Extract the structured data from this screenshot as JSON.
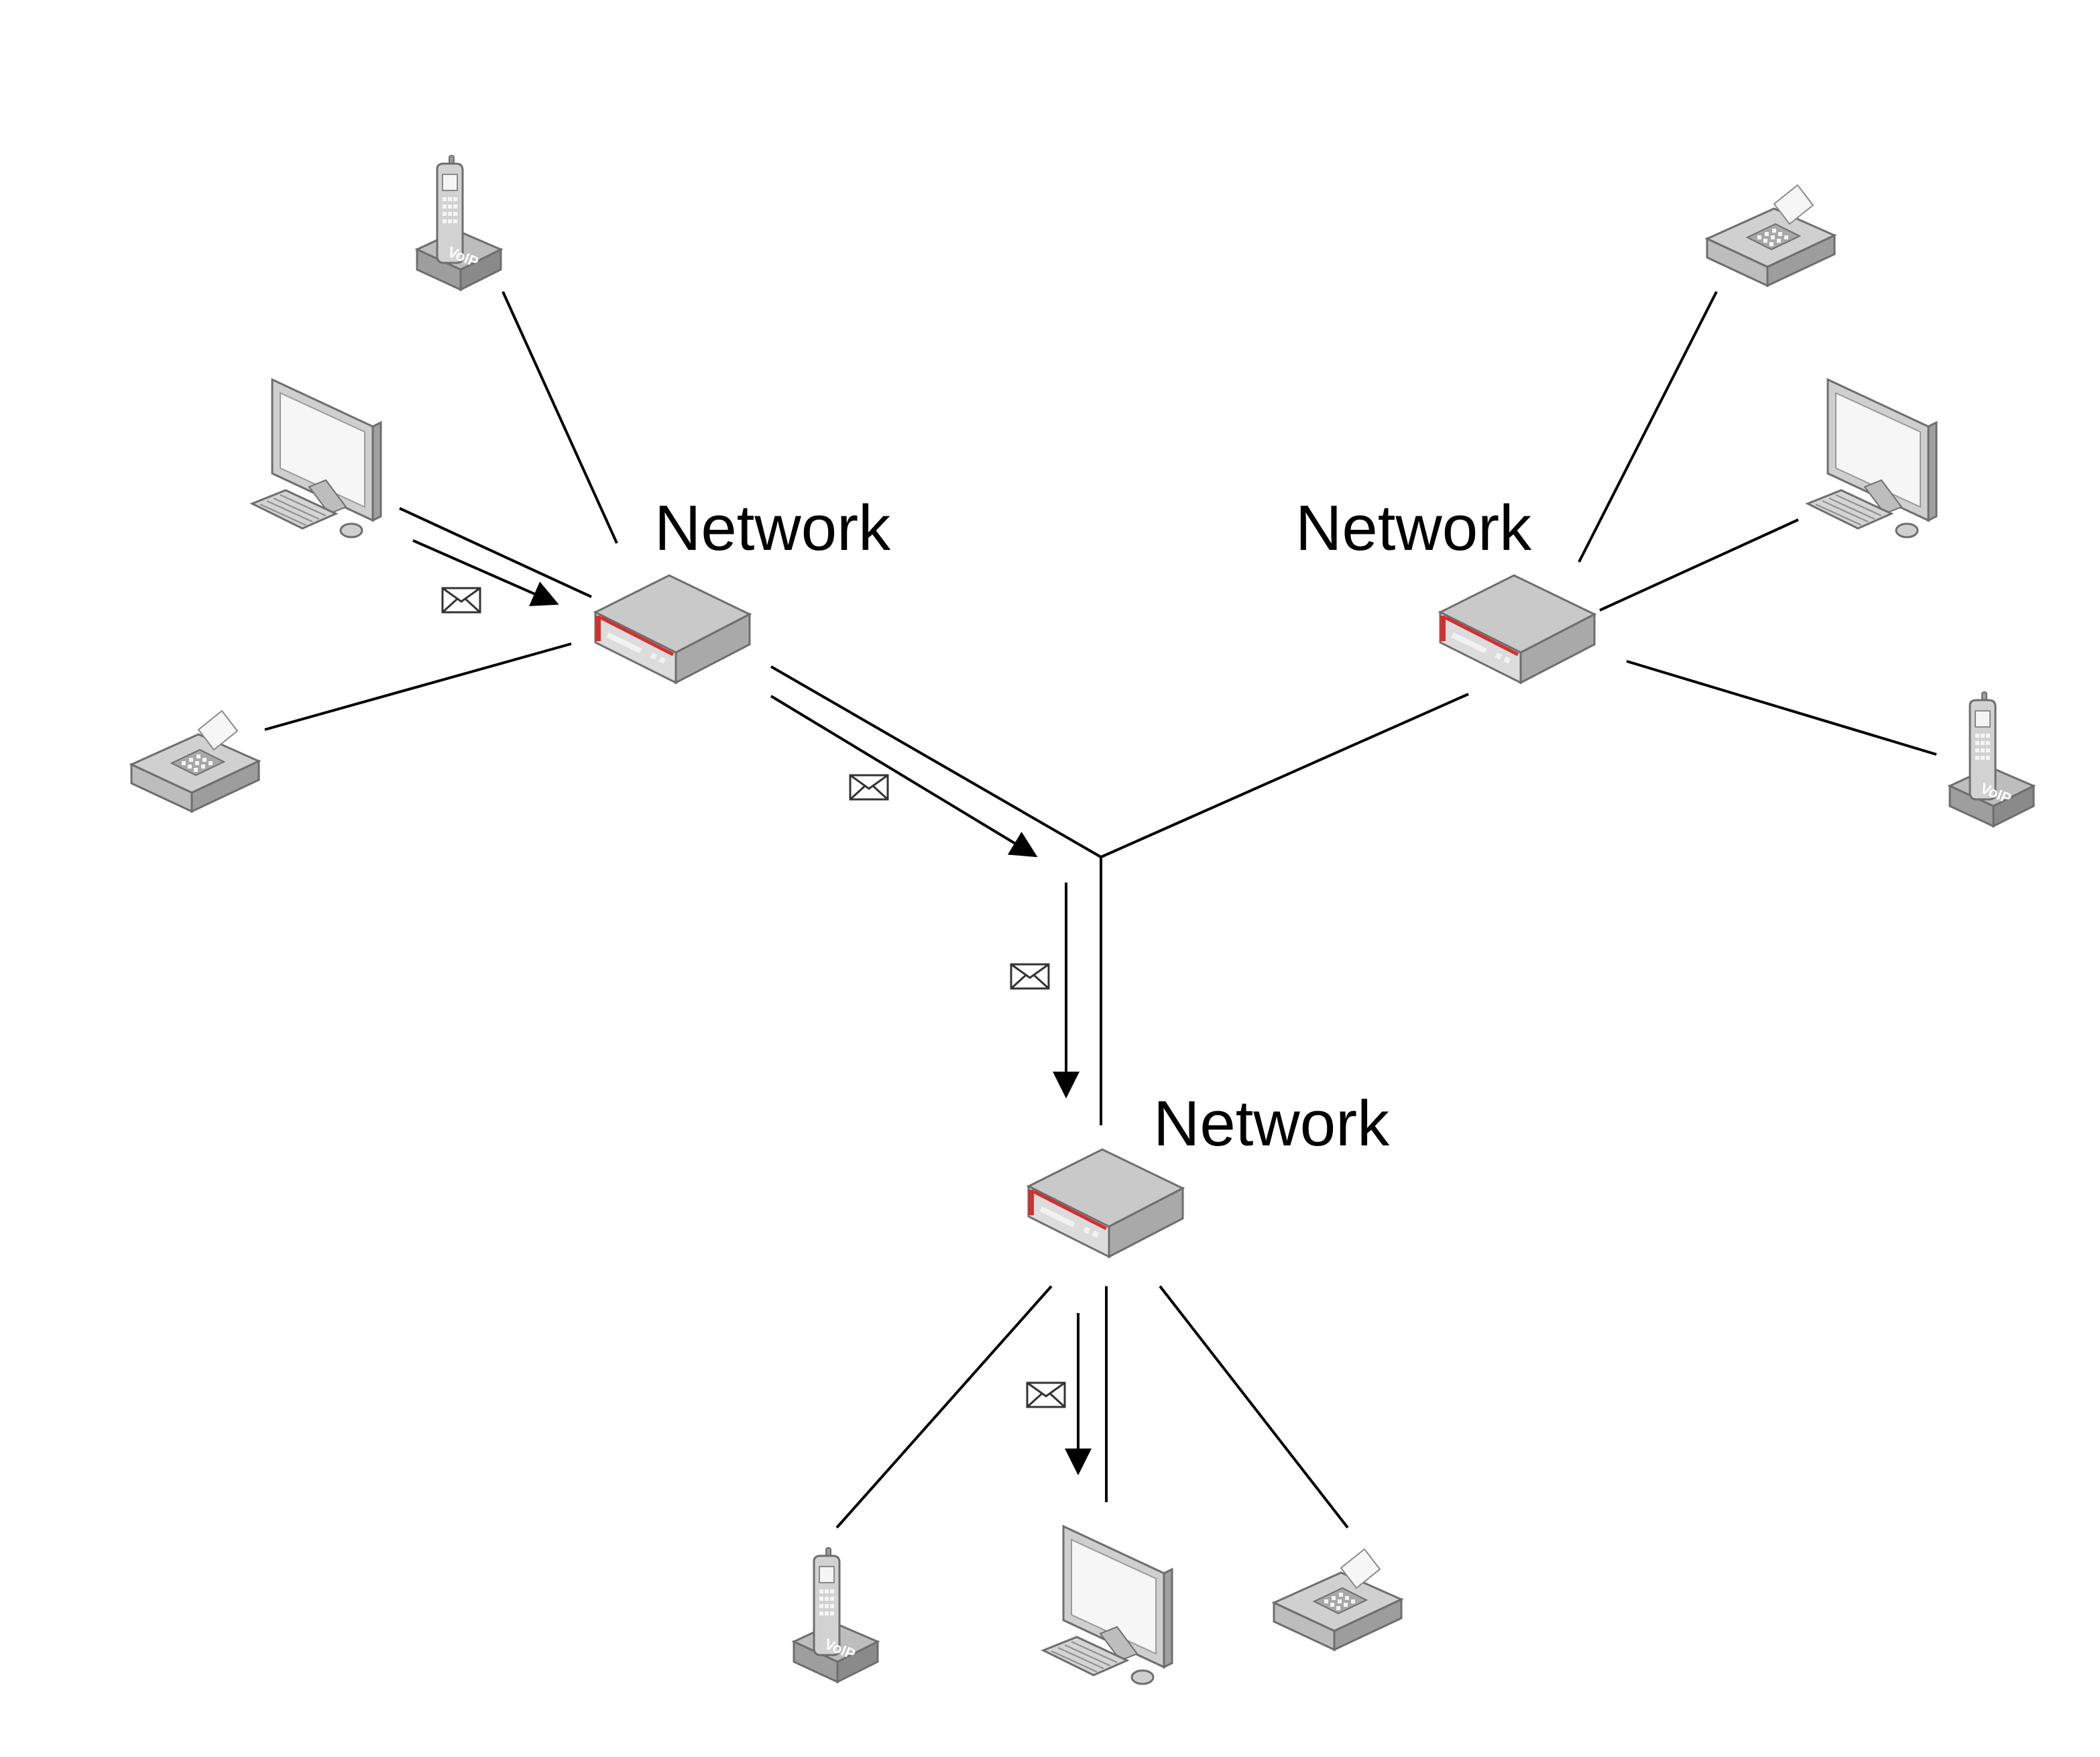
{
  "diagram": {
    "networks": [
      {
        "id": "left",
        "label": "Network"
      },
      {
        "id": "right",
        "label": "Network"
      },
      {
        "id": "bottom",
        "label": "Network"
      }
    ],
    "devices": {
      "left": [
        "voip-phone",
        "computer",
        "fax"
      ],
      "right": [
        "fax",
        "computer",
        "voip-phone"
      ],
      "bottom": [
        "voip-phone",
        "computer",
        "fax"
      ]
    },
    "phone_badge_text": "VoIP",
    "message_icon": "envelope-icon",
    "colors": {
      "line": "#000000",
      "device_gray": "#b9b9b9",
      "device_dark": "#8a8a8a",
      "router_accent": "#d32f2f"
    }
  }
}
